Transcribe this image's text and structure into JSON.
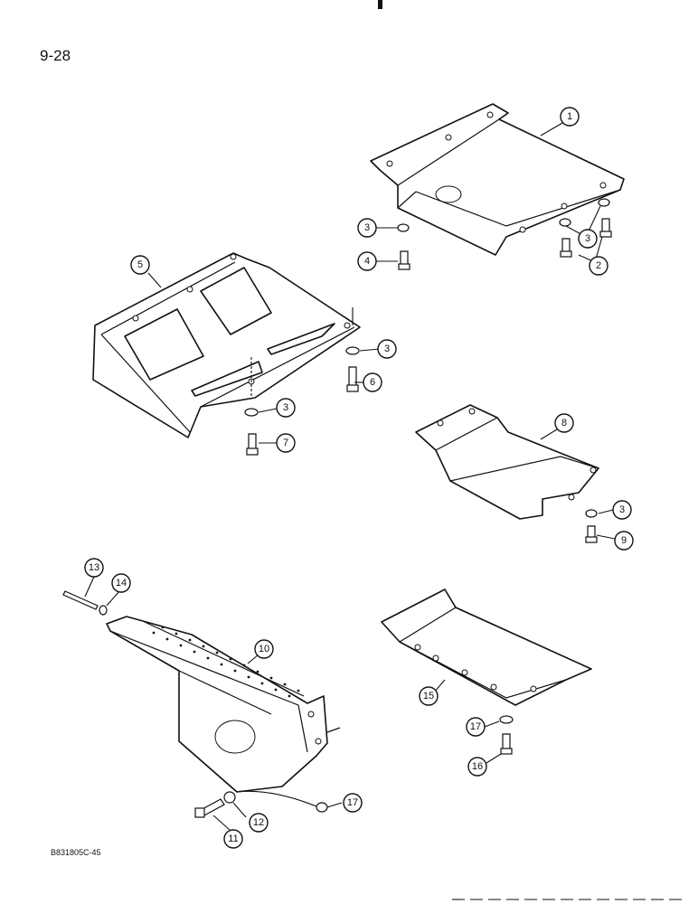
{
  "page": {
    "number": "9-28",
    "figure_code": "B831805C-45"
  },
  "callouts": {
    "c1": "1",
    "c2": "2",
    "c3a": "3",
    "c3b": "3",
    "c4": "4",
    "c5": "5",
    "c3c": "3",
    "c6": "6",
    "c3d": "3",
    "c7": "7",
    "c8": "8",
    "c3e": "3",
    "c9": "9",
    "c13": "13",
    "c14": "14",
    "c10": "10",
    "c15": "15",
    "c17a": "17",
    "c16": "16",
    "c11": "11",
    "c12": "12",
    "c17b": "17"
  }
}
